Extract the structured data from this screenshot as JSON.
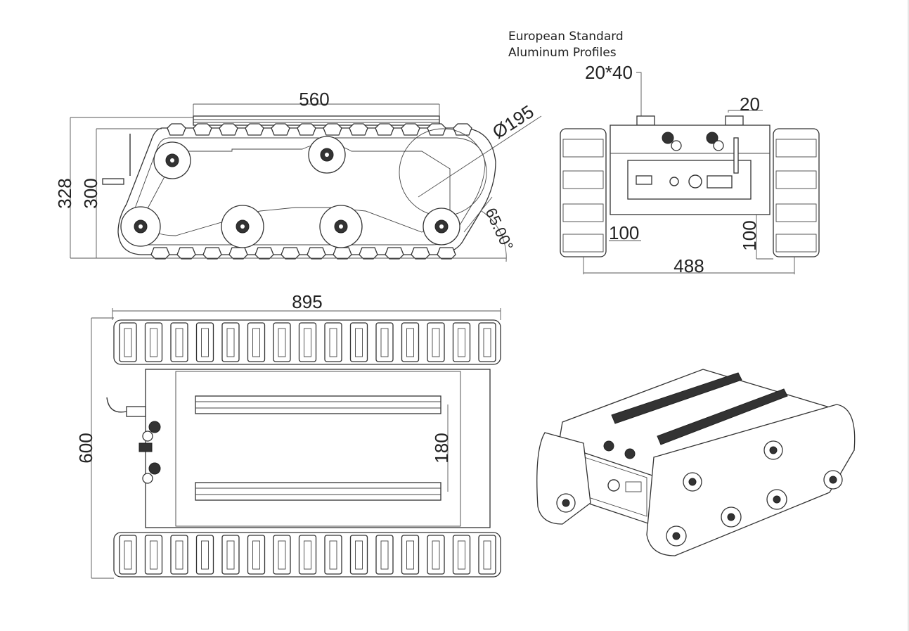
{
  "side_view": {
    "length_label": "560",
    "diameter_label": "Ø195",
    "height_outer_label": "328",
    "height_inner_label": "300",
    "angle_label": "65.00°"
  },
  "front_view": {
    "profile_note_line1": "European Standard",
    "profile_note_line2": "Aluminum Profiles",
    "profile_size_label": "20*40",
    "profile_width_label": "20",
    "ground_clearance_label_left": "100",
    "ground_clearance_label_right": "100",
    "width_label": "488"
  },
  "top_view": {
    "length_label": "895",
    "width_label": "600",
    "profile_spacing_label": "180"
  },
  "colors": {
    "line": "#333333",
    "background": "#ffffff"
  }
}
